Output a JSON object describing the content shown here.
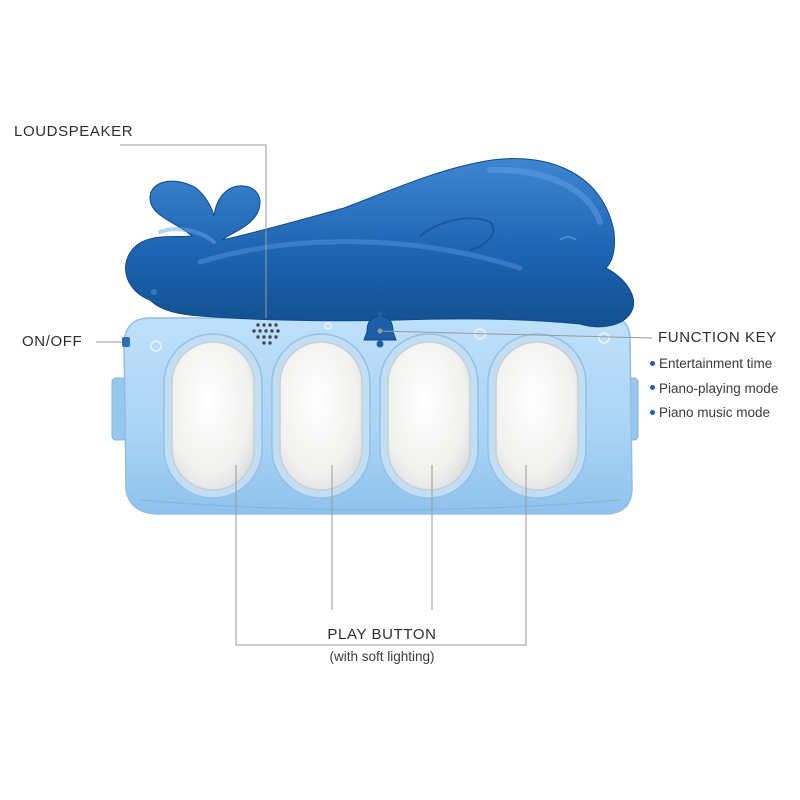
{
  "labels": {
    "loudspeaker": "LOUDSPEAKER",
    "on_off": "ON/OFF",
    "function_key": "FUNCTION KEY",
    "modes": [
      "Entertainment time",
      "Piano-playing mode",
      "Piano music mode"
    ],
    "play_button": "PLAY BUTTON",
    "play_button_note": "(with soft lighting)"
  },
  "colors": {
    "whale": "#1d64b3",
    "whale_dark": "#114d93",
    "whale_light": "#4d8fd6",
    "body": "#a9d3f5",
    "body_dark": "#86bbe8",
    "key": "#f2f2f0",
    "leader_line": "#9a9a9a",
    "bullet": "#1f5fa8"
  },
  "icons": {
    "function_key": "bell-icon",
    "speaker_grille": "speaker-holes-icon"
  }
}
